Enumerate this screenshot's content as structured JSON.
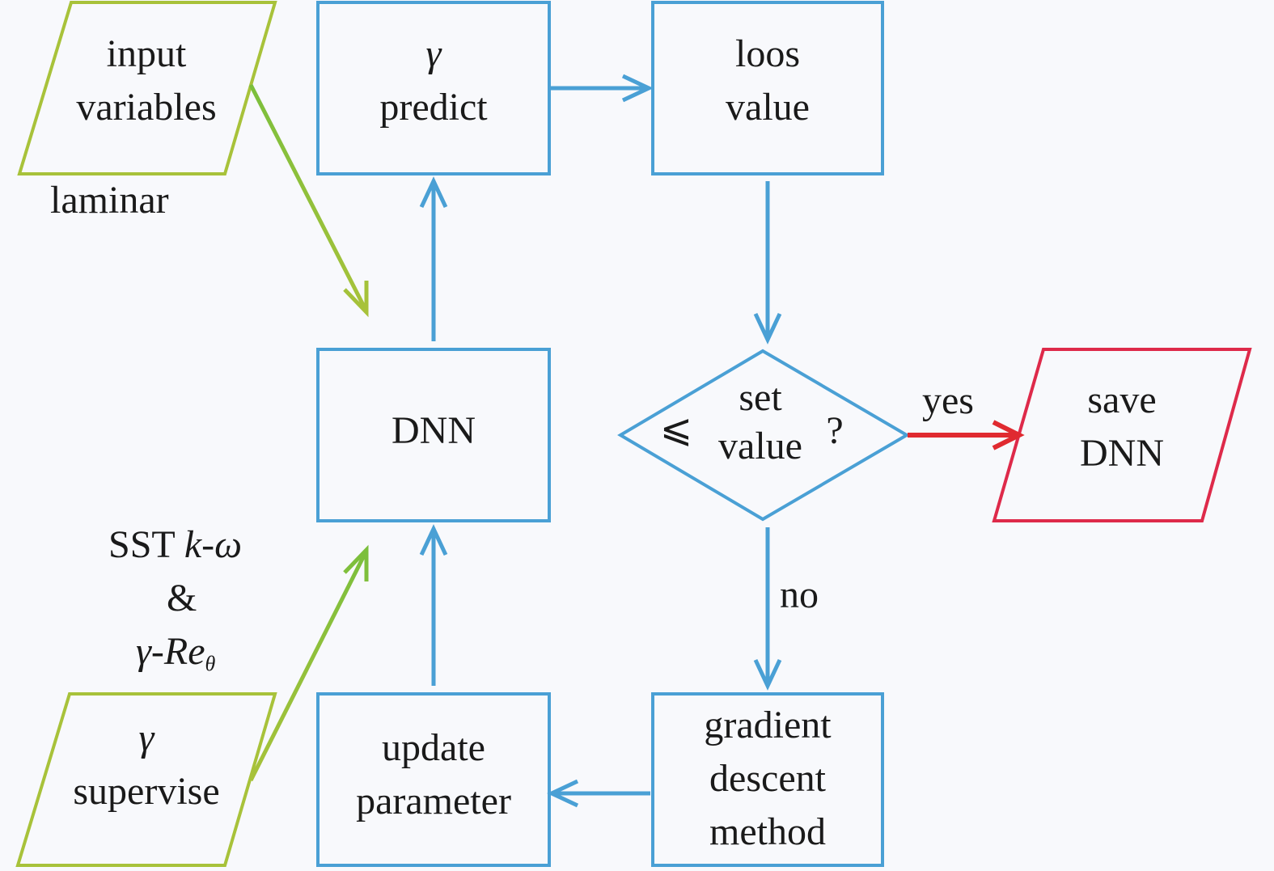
{
  "colors": {
    "process": "#4aa0d5",
    "io_input": "#a8c23a",
    "io_edge": "#7bbf3c",
    "output": "#de2a4a",
    "yes_arrow": "#e02a30",
    "text": "#1a1a1a",
    "background": "#f8f9fc"
  },
  "nodes": {
    "input_variables": {
      "line1": "input",
      "line2": "variables"
    },
    "gamma_predict": {
      "line1": "γ",
      "line2": "predict"
    },
    "loss_value": {
      "line1": "loos",
      "line2": "value"
    },
    "dnn": {
      "label": "DNN"
    },
    "decision": {
      "symbol": "⩽",
      "line1": "set",
      "line2": "value",
      "question": "?"
    },
    "save_dnn": {
      "line1": "save",
      "line2": "DNN"
    },
    "gamma_supervise": {
      "line1": "γ",
      "line2": "supervise"
    },
    "update_parameter": {
      "line1": "update",
      "line2": "parameter"
    },
    "gradient_descent": {
      "line1": "gradient",
      "line2": "descent",
      "line3": "method"
    }
  },
  "labels": {
    "laminar": "laminar",
    "sst_prefix": "SST ",
    "sst_model": "k-ω",
    "ampersand": "&",
    "gamma_re": "γ-Re",
    "gamma_re_sub": "θ",
    "yes": "yes",
    "no": "no"
  },
  "icons": {
    "arrowhead": "open-v-arrowhead"
  }
}
